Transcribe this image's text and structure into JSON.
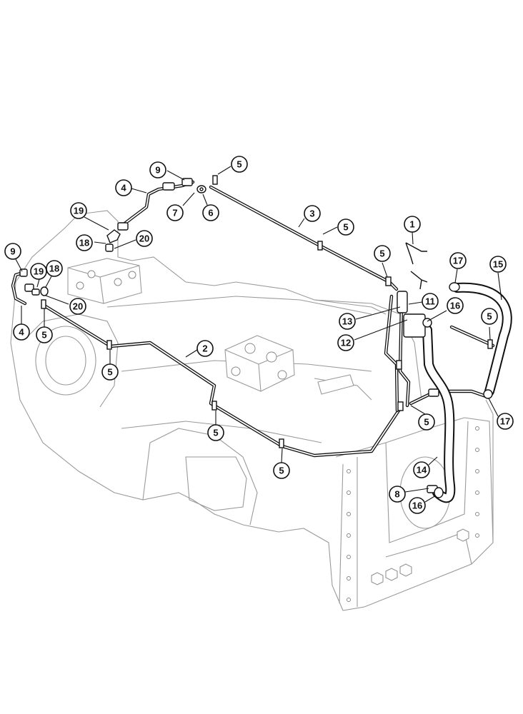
{
  "callouts": [
    {
      "id": "c1",
      "label": "1"
    },
    {
      "id": "c2",
      "label": "2"
    },
    {
      "id": "c3",
      "label": "3"
    },
    {
      "id": "c4a",
      "label": "4"
    },
    {
      "id": "c4b",
      "label": "4"
    },
    {
      "id": "c5a",
      "label": "5"
    },
    {
      "id": "c5b",
      "label": "5"
    },
    {
      "id": "c5c",
      "label": "5"
    },
    {
      "id": "c5d",
      "label": "5"
    },
    {
      "id": "c5e",
      "label": "5"
    },
    {
      "id": "c5f",
      "label": "5"
    },
    {
      "id": "c5g",
      "label": "5"
    },
    {
      "id": "c5h",
      "label": "5"
    },
    {
      "id": "c5i",
      "label": "5"
    },
    {
      "id": "c5j",
      "label": "5"
    },
    {
      "id": "c6",
      "label": "6"
    },
    {
      "id": "c7",
      "label": "7"
    },
    {
      "id": "c8",
      "label": "8"
    },
    {
      "id": "c9a",
      "label": "9"
    },
    {
      "id": "c9b",
      "label": "9"
    },
    {
      "id": "c11",
      "label": "11"
    },
    {
      "id": "c12",
      "label": "12"
    },
    {
      "id": "c13",
      "label": "13"
    },
    {
      "id": "c14",
      "label": "14"
    },
    {
      "id": "c15",
      "label": "15"
    },
    {
      "id": "c16a",
      "label": "16"
    },
    {
      "id": "c16b",
      "label": "16"
    },
    {
      "id": "c17a",
      "label": "17"
    },
    {
      "id": "c17b",
      "label": "17"
    },
    {
      "id": "c18a",
      "label": "18"
    },
    {
      "id": "c18b",
      "label": "18"
    },
    {
      "id": "c19a",
      "label": "19"
    },
    {
      "id": "c19b",
      "label": "19"
    },
    {
      "id": "c20a",
      "label": "20"
    },
    {
      "id": "c20b",
      "label": "20"
    }
  ]
}
